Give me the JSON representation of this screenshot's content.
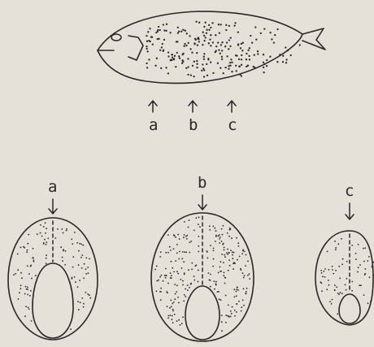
{
  "fish_labels": {
    "a": "a",
    "b": "b",
    "c": "c"
  },
  "section_labels": {
    "a": "a",
    "b": "b",
    "c": "c"
  },
  "colors": {
    "paper": "#e6e1d8",
    "ink": "#2b2722"
  },
  "icons": {
    "arrow": "up-down-arrow"
  }
}
